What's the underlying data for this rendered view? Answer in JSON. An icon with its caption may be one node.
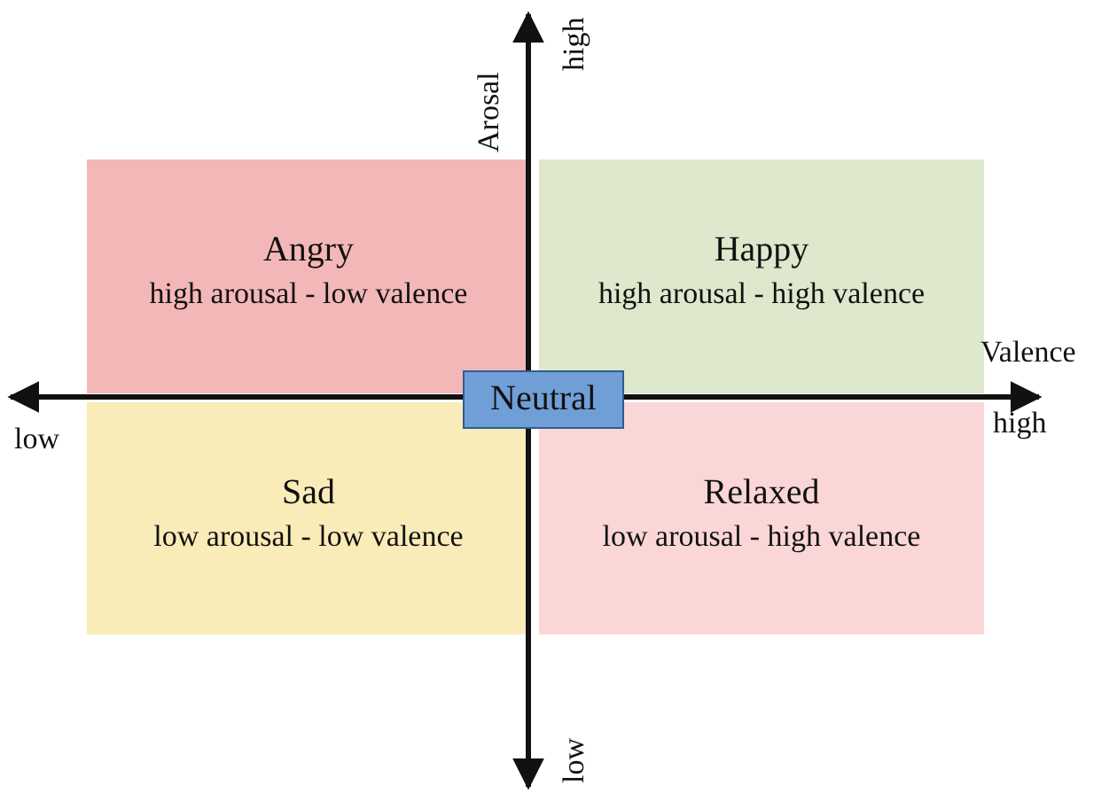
{
  "diagram": {
    "nodes": [
      {
        "text": [
          "Angry",
          "high arousal - low valence"
        ]
      },
      {
        "text": [
          "Happy",
          "high arousal - high valence"
        ]
      },
      {
        "text": [
          "Sad",
          "low arousal - low valence"
        ]
      },
      {
        "text": [
          "Relaxed",
          "low arousal - high valence"
        ]
      },
      {
        "text": [
          "Neutral"
        ]
      }
    ],
    "labels": [
      "Arosal",
      "high",
      "Valence",
      "low",
      "high",
      "low"
    ]
  }
}
